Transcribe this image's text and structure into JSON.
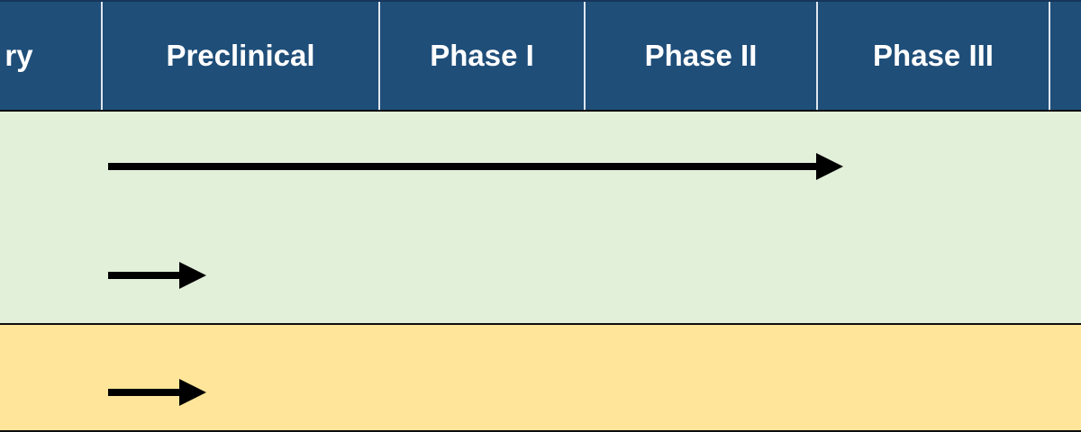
{
  "header": {
    "columns": [
      "ry",
      "Preclinical",
      "Phase I",
      "Phase II",
      "Phase III",
      ""
    ]
  },
  "colors": {
    "header_bg": "#1f4e79",
    "header_text": "#ffffff",
    "band_green": "#e2efd9",
    "band_yellow": "#ffe599",
    "arrow": "#000000"
  },
  "rows": [
    {
      "band": "green",
      "progress_end_column": "Phase III"
    },
    {
      "band": "green",
      "progress_end_column": "Preclinical"
    },
    {
      "band": "yellow",
      "progress_end_column": "Preclinical"
    }
  ]
}
